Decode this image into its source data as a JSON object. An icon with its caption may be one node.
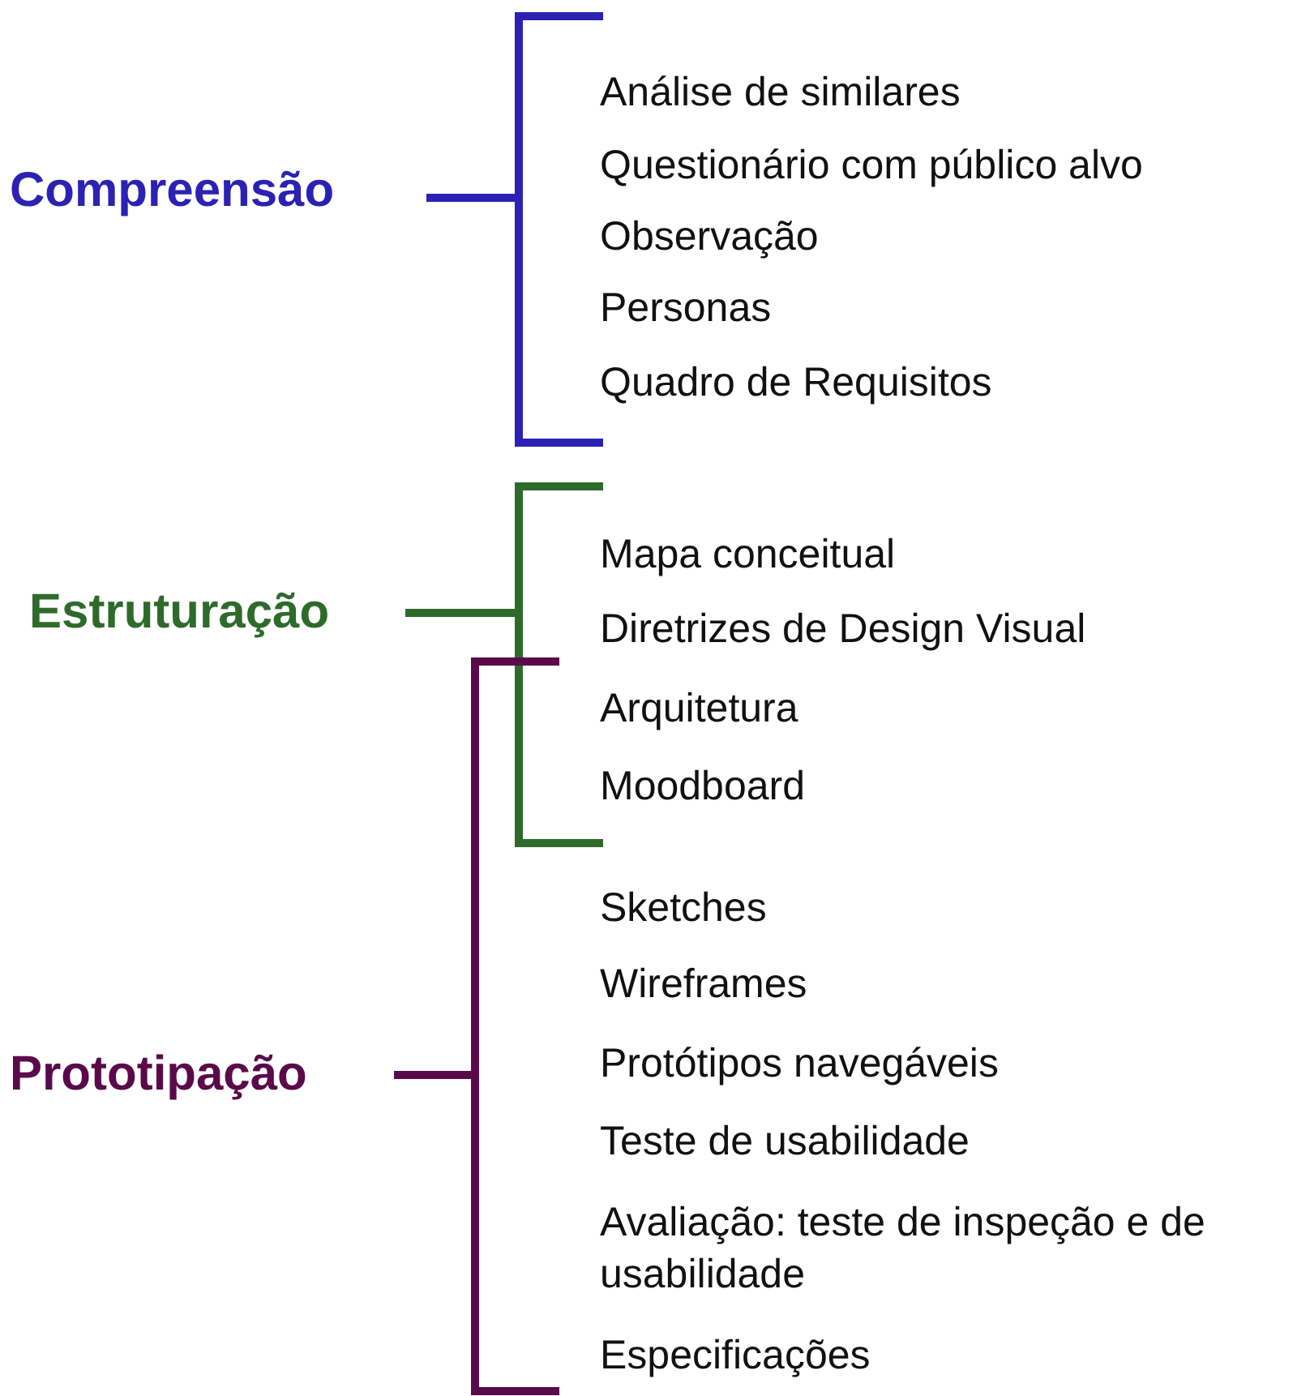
{
  "diagram": {
    "labels": [
      "Compreensão",
      "Análise de similares",
      "Questionário com público alvo",
      "Observação",
      "Personas",
      "Quadro de Requisitos",
      "Estruturação",
      "Mapa conceitual",
      "Diretrizes de Design Visual",
      "Arquitetura",
      "Moodboard",
      "Prototipação",
      "Sketches",
      "Wireframes",
      "Protótipos navegáveis",
      "Teste de usabilidade",
      "Avaliação: teste de inspeção e de usabilidade",
      "Especificações"
    ]
  }
}
